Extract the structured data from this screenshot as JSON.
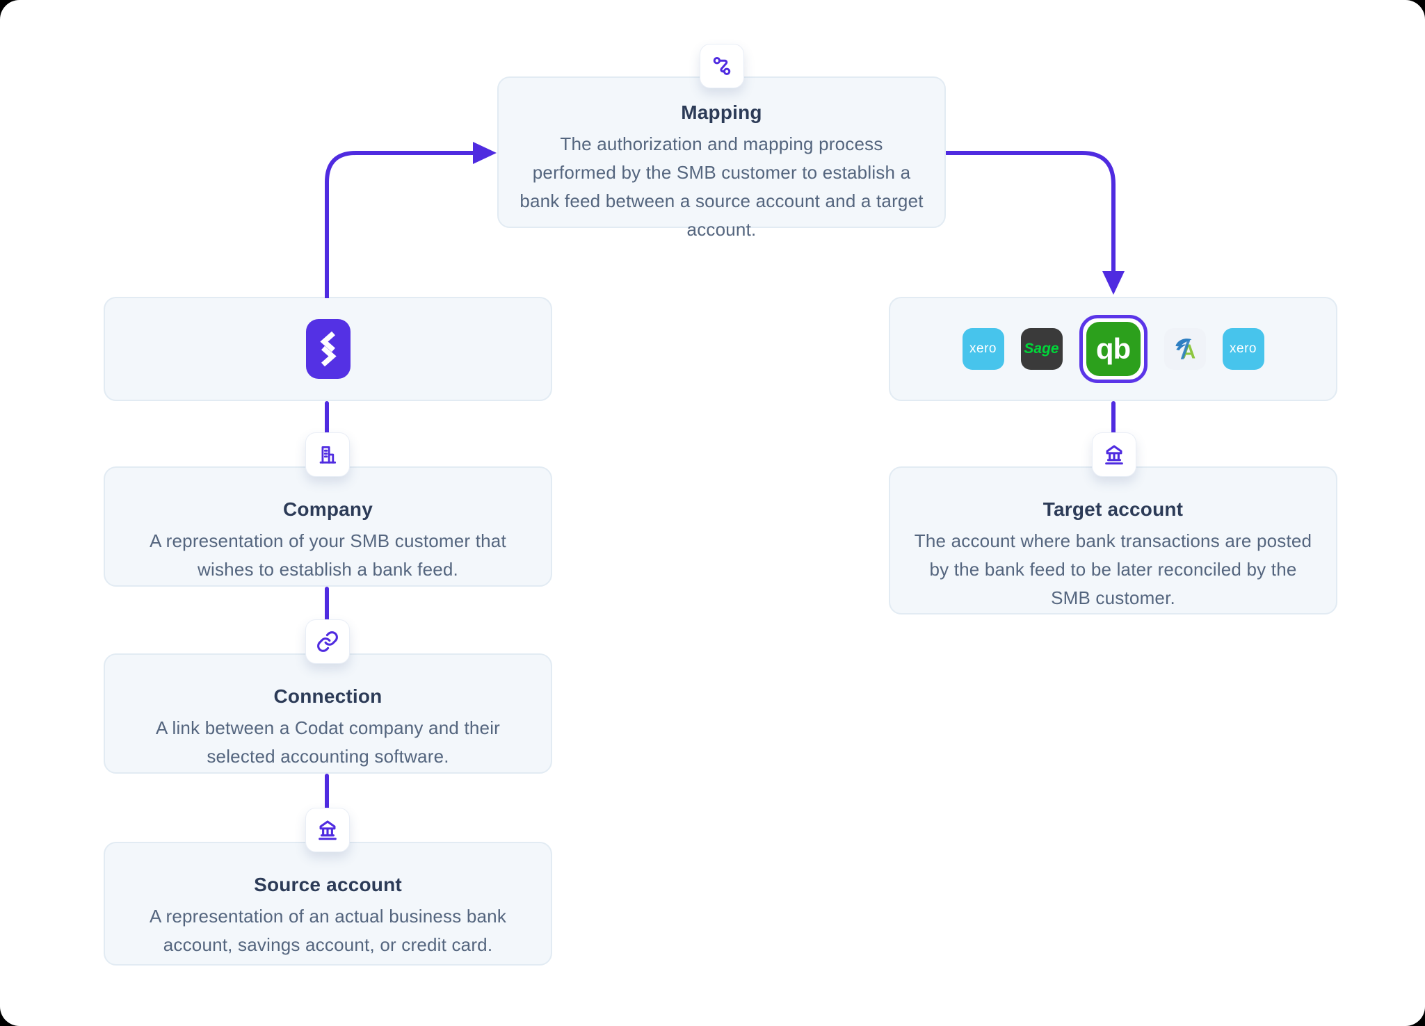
{
  "colors": {
    "accent_purple": "#4f2be0",
    "codat_tile_purple": "#5431e4",
    "node_background": "#f3f7fb",
    "node_border": "#e2ebf3",
    "title_text": "#2c3b57",
    "body_text": "#54657e",
    "xero_blue": "#47c4ec",
    "sage_dark": "#3a3a3a",
    "sage_green": "#00d639",
    "quickbooks_green": "#2ca01c",
    "quickbooks_selected_ring": "#5b35e8",
    "freeagent_bg": "#f0f3f8"
  },
  "nodes": {
    "mapping": {
      "title": "Mapping",
      "description": "The authorization and mapping process performed by the SMB customer to establish a bank feed between a source account and a target account.",
      "icon": "route-icon"
    },
    "company": {
      "title": "Company",
      "description": "A representation of your SMB customer that wishes to establish a bank feed.",
      "icon": "building-icon"
    },
    "connection": {
      "title": "Connection",
      "description": "A link between a Codat company and their selected accounting software.",
      "icon": "link-icon"
    },
    "source_account": {
      "title": "Source account",
      "description": "A representation of an actual business bank account, savings account, or credit card.",
      "icon": "bank-icon"
    },
    "target_account": {
      "title": "Target account",
      "description": "The account where bank transactions are posted by the bank feed to be later reconciled by the SMB customer.",
      "icon": "bank-icon"
    },
    "codat": {
      "logo": "codat-logo"
    }
  },
  "software": {
    "logos": [
      {
        "name": "Xero",
        "label": "xero",
        "selected": false
      },
      {
        "name": "Sage",
        "label": "Sage",
        "selected": false
      },
      {
        "name": "QuickBooks",
        "label": "qb",
        "selected": true
      },
      {
        "name": "FreeAgent",
        "label": "",
        "selected": false
      },
      {
        "name": "Xero",
        "label": "xero",
        "selected": false
      }
    ]
  },
  "edges": [
    {
      "from": "codat",
      "to": "mapping",
      "type": "arrow"
    },
    {
      "from": "mapping",
      "to": "software",
      "type": "arrow"
    },
    {
      "from": "codat",
      "to": "company",
      "type": "line"
    },
    {
      "from": "company",
      "to": "connection",
      "type": "line"
    },
    {
      "from": "connection",
      "to": "source_account",
      "type": "line"
    },
    {
      "from": "software",
      "to": "target_account",
      "type": "line"
    }
  ]
}
